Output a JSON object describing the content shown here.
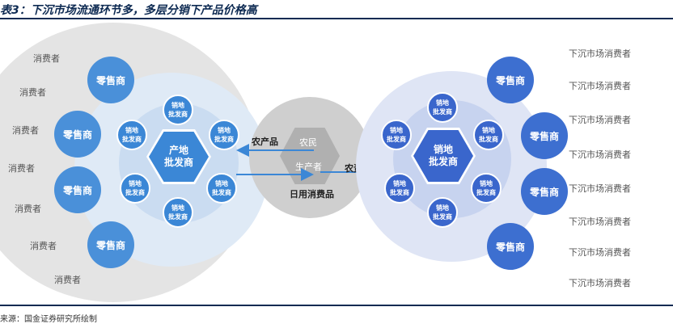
{
  "title": "表3：下沉市场流通环节多，多层分销下产品价格高",
  "source": "来源：国金证券研究所绘制",
  "colors": {
    "navy": "#0d2a52",
    "retail_left": "#4a90d9",
    "retail_right": "#3d6fd0",
    "hex_left": "#3b87d6",
    "hex_right": "#3a66cc",
    "gray": "#b8b8b8"
  },
  "left": {
    "consumer_label": "消费者",
    "retailer_label": "零售商",
    "wholesaler": {
      "line1": "产地",
      "line2": "批发商"
    },
    "small_nodes": {
      "line1": "销地",
      "line2": "批发商"
    }
  },
  "center": {
    "line1": "农民",
    "line2": "生产者",
    "arrow_out": "农产品",
    "arrow_in": "日用消费品",
    "arrow_right": "农资农机"
  },
  "right": {
    "consumer_label": "下沉市场消费者",
    "retailer_label": "零售商",
    "wholesaler": {
      "line1": "销地",
      "line2": "批发商"
    },
    "small_nodes": {
      "line1": "销地",
      "line2": "批发商"
    }
  }
}
